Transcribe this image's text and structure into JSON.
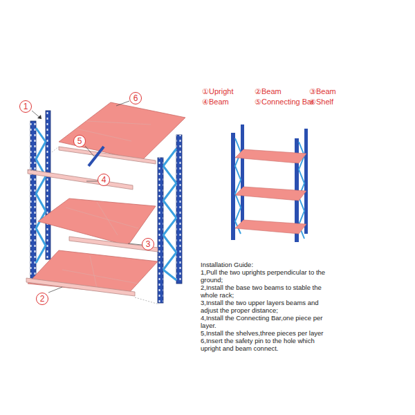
{
  "diagram": {
    "nodes": [
      {
        "text": [
          "1"
        ]
      },
      {
        "text": [
          "6"
        ]
      },
      {
        "text": [
          "5"
        ]
      },
      {
        "text": [
          "4"
        ]
      },
      {
        "text": [
          "3"
        ]
      },
      {
        "text": [
          "2"
        ]
      }
    ],
    "labels": [
      "①Upright",
      "②Beam",
      "③Beam",
      "④Beam",
      "⑤Connecting Bar",
      "⑥Shelf",
      "Installation Guide:",
      "1,Pull the two uprights perpendicular to the ground;",
      "2,Install the base two beams to stable the whole rack;",
      "3,Install the two upper layers beams and adjust the proper distance;",
      "4,Install the Connecting Bar,one piece per layer.",
      "5,Install the shelves,three pieces per layer",
      "6,Insert the safety pin to the hole which upright and beam connect."
    ]
  }
}
